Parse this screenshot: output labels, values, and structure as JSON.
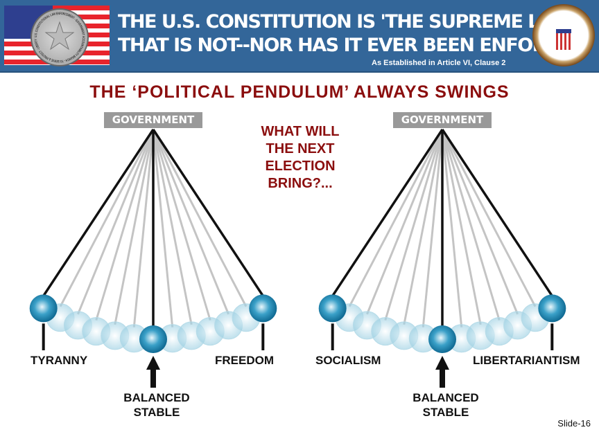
{
  "banner": {
    "line1": "THE U.S. CONSTITUTION IS 'THE SUPREME LAW'",
    "line2": "THAT IS NOT--NOR HAS IT EVER BEEN ENFORCED!",
    "subtitle": "As Established in Article VI, Clause 2",
    "badge_text": "U.S. CONSTITUTIONAL LAW ENFORCEMENT - GOVERNMENT ACCOUNTABILITY BRANCH - TO SERVE & PROTECT - LIBERTY"
  },
  "heading": "THE ‘POLITICAL PENDULUM’ ALWAYS SWINGS",
  "question": [
    "WHAT WILL",
    "THE NEXT",
    "ELECTION",
    "BRING?..."
  ],
  "left": {
    "pivot": "GOVERNMENT",
    "left_label": "TYRANNY",
    "right_label": "FREEDOM",
    "center_label": [
      "BALANCED",
      "STABLE"
    ]
  },
  "right": {
    "pivot": "GOVERNMENT",
    "left_label": "SOCIALISM",
    "right_label": "LIBERTARIANTISM",
    "center_label": [
      "BALANCED",
      "STABLE"
    ]
  },
  "slide_number": "Slide-16"
}
